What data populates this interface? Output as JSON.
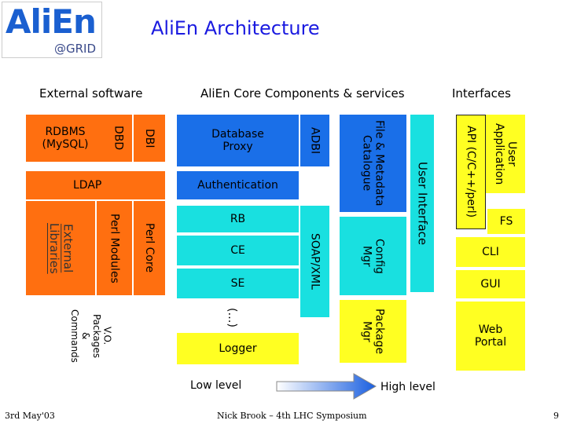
{
  "logo": {
    "name": "AliEn",
    "suffix": "@GRID"
  },
  "title": "AliEn Architecture",
  "headers": {
    "external": "External software",
    "core": "AliEn Core Components & services",
    "interfaces": "Interfaces"
  },
  "external": {
    "rdbms": "RDBMS\n(MySQL)",
    "dbd": "DBD",
    "dbi": "DBI",
    "ldap": "LDAP",
    "ext_libs": "External\nLibraries",
    "perl_modules": "Perl Modules",
    "perl_core": "Perl Core",
    "vo_packages": "V.O.\nPackages\n&\nCommands"
  },
  "core": {
    "db_proxy": "Database\nProxy",
    "adbi": "ADBI",
    "file_catalogue": "File & Metadata\nCatalogue",
    "authentication": "Authentication",
    "rb": "RB",
    "ce": "CE",
    "se": "SE",
    "soap": "SOAP/XML",
    "config_mgr": "Config\nMgr",
    "ellipsis": "(…)",
    "package_mgr": "Package\nMgr",
    "logger": "Logger",
    "user_interface": "User Interface"
  },
  "interfaces": {
    "api": "API (C/C++/perl)",
    "user_app": "User\nApplication",
    "fs": "FS",
    "cli": "CLI",
    "gui": "GUI",
    "web_portal": "Web\nPortal"
  },
  "arrow": {
    "low": "Low level",
    "high": "High level"
  },
  "footer": {
    "date": "3rd May'03",
    "center": "Nick Brook – 4th LHC Symposium",
    "page": "9"
  },
  "colors": {
    "orange": "#ff6f10",
    "blue": "#1a6fe8",
    "cyan": "#19e0e0",
    "yellow": "#ffff22",
    "title": "#1a1ae0"
  }
}
